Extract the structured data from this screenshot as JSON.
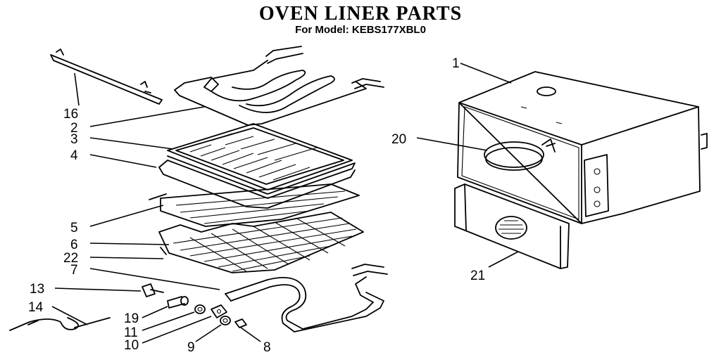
{
  "title": "OVEN LINER PARTS",
  "subtitle": "For Model: KEBS177XBL0",
  "callouts": [
    {
      "id": "16",
      "label": "16"
    },
    {
      "id": "2",
      "label": "2"
    },
    {
      "id": "3",
      "label": "3"
    },
    {
      "id": "4",
      "label": "4"
    },
    {
      "id": "5",
      "label": "5"
    },
    {
      "id": "6",
      "label": "6"
    },
    {
      "id": "22",
      "label": "22"
    },
    {
      "id": "7",
      "label": "7"
    },
    {
      "id": "13",
      "label": "13"
    },
    {
      "id": "14",
      "label": "14"
    },
    {
      "id": "19",
      "label": "19"
    },
    {
      "id": "11",
      "label": "11"
    },
    {
      "id": "10",
      "label": "10"
    },
    {
      "id": "9",
      "label": "9"
    },
    {
      "id": "8",
      "label": "8"
    },
    {
      "id": "1",
      "label": "1"
    },
    {
      "id": "20",
      "label": "20"
    },
    {
      "id": "21",
      "label": "21"
    }
  ]
}
